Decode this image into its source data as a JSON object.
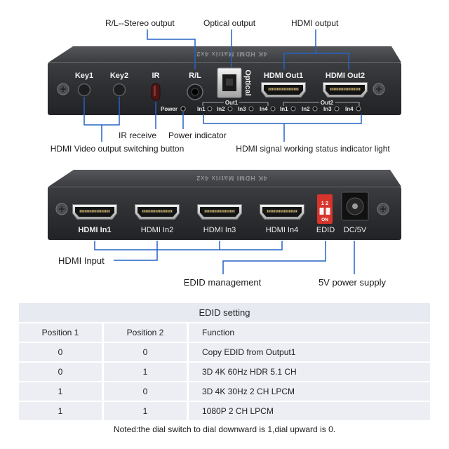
{
  "callouts": {
    "stereo_output": "R/L--Stereo output",
    "optical_output": "Optical output",
    "hdmi_output": "HDMI output",
    "ir_receive": "IR receive",
    "power_indicator": "Power indicator",
    "switching_button": "HDMI Video output switching button",
    "status_light": "HDMI signal working status indicator light",
    "hdmi_input": "HDMI Input",
    "edid_management": "EDID management",
    "power_supply": "5V power supply"
  },
  "front_panel": {
    "model_text": "4K HDMI Matrix 4x2",
    "key1": "Key1",
    "key2": "Key2",
    "ir": "IR",
    "rl": "R/L",
    "optical": "Optical",
    "hdmi_out1": "HDMI Out1",
    "hdmi_out2": "HDMI Out2",
    "power": "Power",
    "out1_group": {
      "label": "Out1",
      "leds": [
        "In1",
        "In2",
        "In3",
        "In4"
      ]
    },
    "out2_group": {
      "label": "Out2",
      "leds": [
        "In1",
        "In2",
        "In3",
        "In4"
      ]
    }
  },
  "rear_panel": {
    "model_text": "4K HDMI Matrix 4x2",
    "inputs": [
      "HDMI In1",
      "HDMI In2",
      "HDMI In3",
      "HDMI In4"
    ],
    "edid": "EDID",
    "dip_numbers": "1 2",
    "dip_on": "ON",
    "dc": "DC/5V"
  },
  "edid_table": {
    "title": "EDID setting",
    "headers": [
      "Position 1",
      "Position 2",
      "Function"
    ],
    "rows": [
      [
        "0",
        "0",
        "Copy EDID from Output1"
      ],
      [
        "0",
        "1",
        "3D 4K 60Hz HDR 5.1 CH"
      ],
      [
        "1",
        "0",
        "3D 4K 30Hz 2 CH LPCM"
      ],
      [
        "1",
        "1",
        "1080P 2 CH LPCM"
      ]
    ]
  },
  "note": "Noted:the dial switch to dial downward is 1,dial upward is 0.",
  "colors": {
    "callout_line": "#2463c4",
    "table_cell": "#eceef4",
    "table_title": "#e7eaf1",
    "dip_switch": "#d8342c"
  }
}
